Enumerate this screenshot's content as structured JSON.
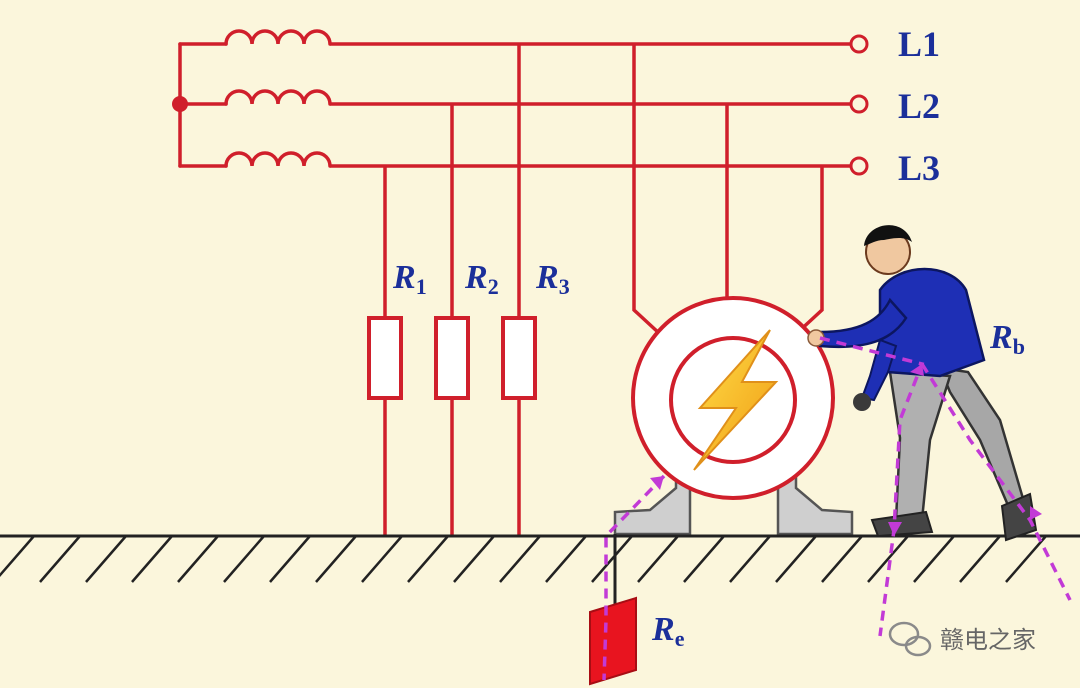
{
  "phase_labels": [
    "L1",
    "L2",
    "L3"
  ],
  "resistors": [
    {
      "symbol": "R",
      "sub": "1"
    },
    {
      "symbol": "R",
      "sub": "2"
    },
    {
      "symbol": "R",
      "sub": "3"
    }
  ],
  "ground_electrode_label": {
    "symbol": "R",
    "sub": "e"
  },
  "body_resistance_label": {
    "symbol": "R",
    "sub": "b"
  },
  "watermark": "赣电之家",
  "colors": {
    "background": "#fbf6dc",
    "wire": "#d01f2b",
    "current_path": "#c23ad6",
    "label_blue": "#1b2f9a",
    "motor_fill": "#ffffff",
    "lightning": "#f6c21a",
    "electrode": "#e8141f",
    "shirt": "#1e2fb5",
    "pants": "#a7a7a7",
    "ground_hatch": "#222222"
  }
}
